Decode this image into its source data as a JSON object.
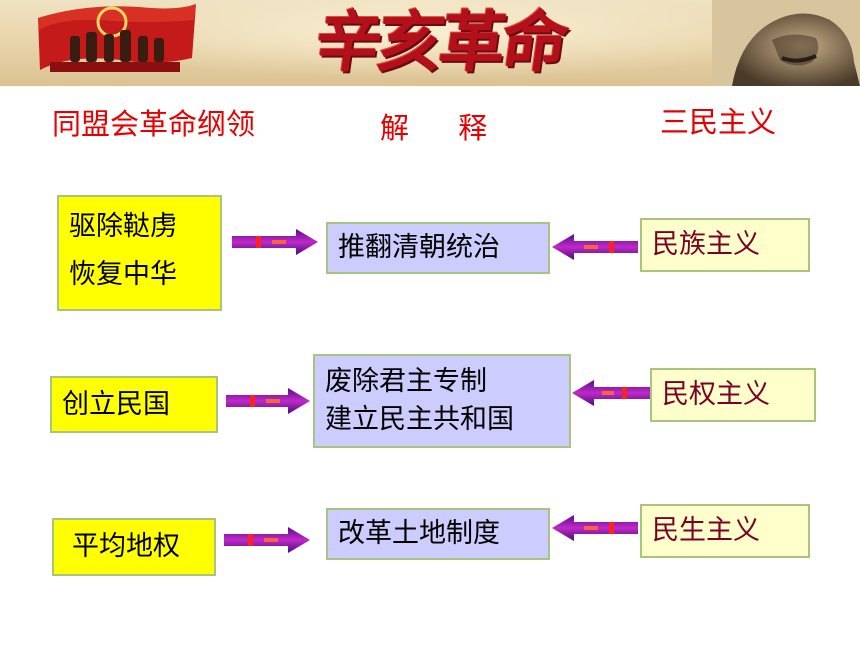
{
  "banner": {
    "title": "辛亥革命",
    "flag_icon": "revolutionary-flag-icon",
    "portrait_icon": "statue-portrait-icon"
  },
  "headers": {
    "program": "同盟会革命纲领",
    "explanation": "解 释",
    "doctrine": "三民主义"
  },
  "rows": [
    {
      "program_lines": [
        "驱除鞑虏",
        "恢复中华"
      ],
      "explanation_lines": [
        "推翻清朝统治"
      ],
      "doctrine": "民族主义"
    },
    {
      "program_lines": [
        "创立民国"
      ],
      "explanation_lines": [
        "废除君主专制",
        "建立民主共和国"
      ],
      "doctrine": "民权主义"
    },
    {
      "program_lines": [
        "平均地权"
      ],
      "explanation_lines": [
        "改革土地制度"
      ],
      "doctrine": "民生主义"
    }
  ],
  "colors": {
    "header_red": "#e60000",
    "program_box": "#ffff00",
    "explanation_box": "#ccccff",
    "doctrine_box": "#ffffcc",
    "doctrine_text": "#7a0025",
    "box_border": "#a9c47f",
    "arrow_body": "#9a1ea8",
    "arrow_band": "#ff2020",
    "title_red": "#b2101a"
  }
}
